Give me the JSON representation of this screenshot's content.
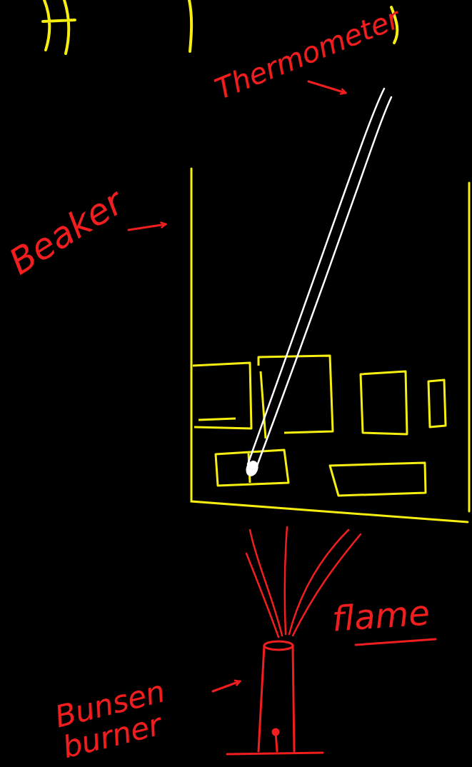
{
  "diagram": {
    "labels": [
      "Thermometer",
      "Beaker",
      "flame",
      "Bunsen burner"
    ]
  }
}
